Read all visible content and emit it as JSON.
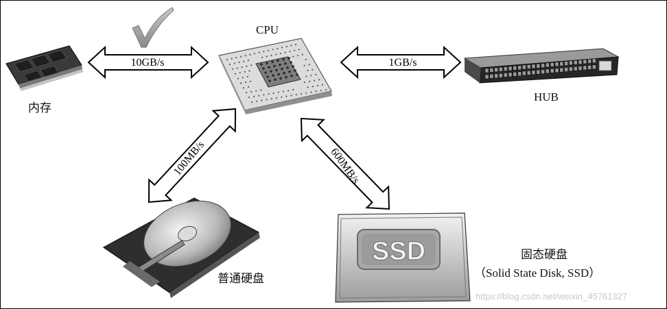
{
  "nodes": {
    "memory": "内存",
    "cpu": "CPU",
    "hub": "HUB",
    "hdd": "普通硬盘",
    "ssd_name": "固态硬盘",
    "ssd_full": "（Solid State Disk, SSD）",
    "ssd_badge": "SSD"
  },
  "links": {
    "memory_cpu": "10GB/s",
    "cpu_hub": "1GB/s",
    "cpu_hdd": "100MB/s",
    "cpu_ssd": "600MB/s"
  },
  "icons": [
    "check-icon",
    "memory-module-icon",
    "cpu-chip-icon",
    "network-switch-icon",
    "hard-disk-icon",
    "ssd-drive-icon"
  ],
  "watermark": "https://blog.csdn.net/weixin_45761327"
}
